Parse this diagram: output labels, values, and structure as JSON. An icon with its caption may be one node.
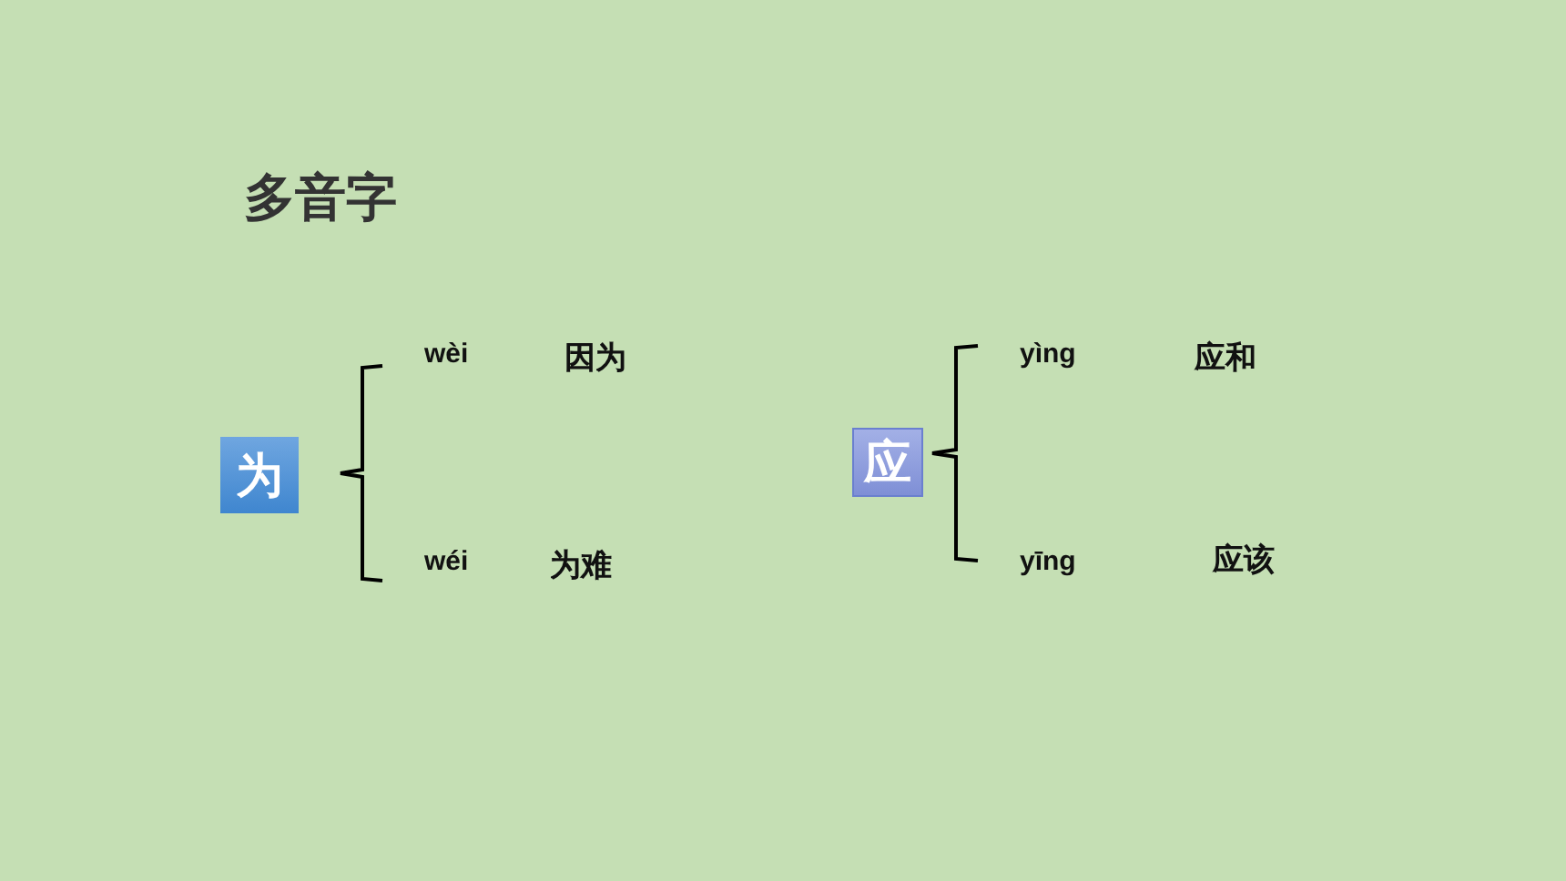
{
  "diagram": {
    "title": "多音字",
    "nodes": [
      {
        "text": [
          "为"
        ]
      },
      {
        "text": [
          "应"
        ]
      }
    ],
    "labels": [
      "wèi",
      "因为",
      "yìng",
      "应和",
      "wéi",
      "为难",
      "yīng",
      "应该"
    ]
  }
}
